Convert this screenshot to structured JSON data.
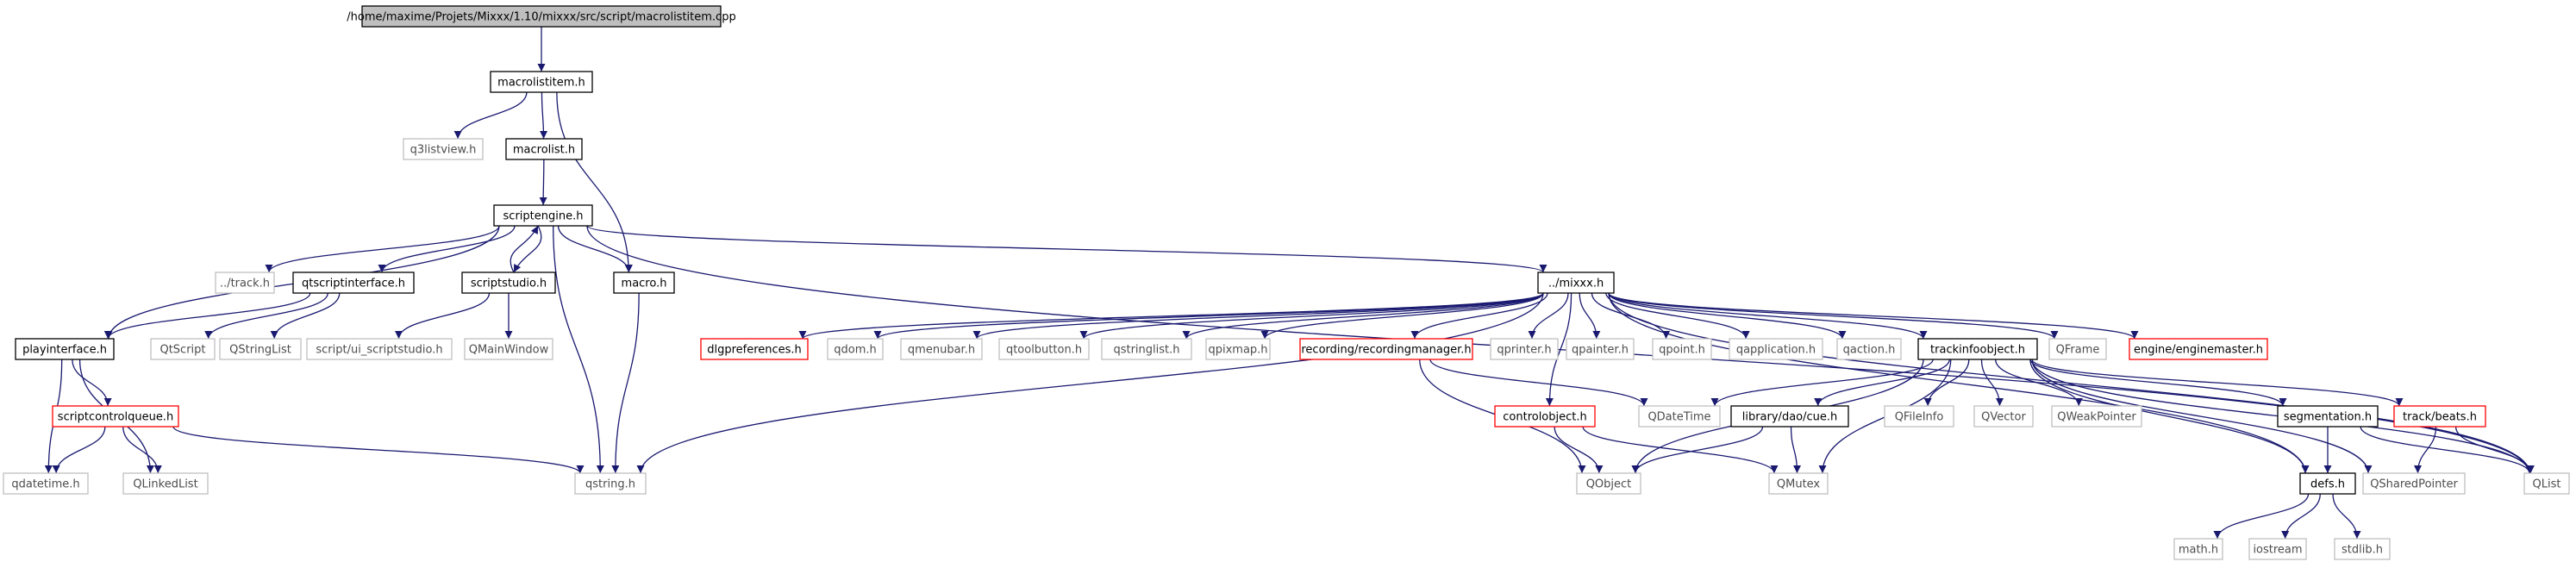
{
  "colors": {
    "edge": "#191970",
    "border_normal": "#000000",
    "border_truncated": "#ff0000",
    "border_external": "#bfbfbf",
    "root_fill": "#bfbfbf",
    "node_fill": "#ffffff",
    "text_normal": "#000000",
    "text_external": "#4d4d4d"
  },
  "nodes": {
    "root": {
      "label": "/home/maxime/Projets/Mixxx/1.10/mixxx/src/script/macrolistitem.cpp",
      "kind": "root"
    },
    "macrolistitem": {
      "label": "macrolistitem.h",
      "kind": "normal"
    },
    "q3listview": {
      "label": "q3listview.h",
      "kind": "external"
    },
    "macrolist": {
      "label": "macrolist.h",
      "kind": "normal"
    },
    "scriptengine": {
      "label": "scriptengine.h",
      "kind": "normal"
    },
    "track": {
      "label": "../track.h",
      "kind": "external"
    },
    "qtscriptinterface": {
      "label": "qtscriptinterface.h",
      "kind": "normal"
    },
    "scriptstudio": {
      "label": "scriptstudio.h",
      "kind": "normal"
    },
    "macro": {
      "label": "macro.h",
      "kind": "normal"
    },
    "mixxx": {
      "label": "../mixxx.h",
      "kind": "normal"
    },
    "playinterface": {
      "label": "playinterface.h",
      "kind": "normal"
    },
    "qtscript": {
      "label": "QtScript",
      "kind": "external"
    },
    "qstringlistc": {
      "label": "QStringList",
      "kind": "external"
    },
    "uiscriptstudio": {
      "label": "script/ui_scriptstudio.h",
      "kind": "external"
    },
    "qmainwindow": {
      "label": "QMainWindow",
      "kind": "external"
    },
    "scriptcontrolqueue": {
      "label": "scriptcontrolqueue.h",
      "kind": "truncated"
    },
    "qdatetimeh": {
      "label": "qdatetime.h",
      "kind": "external"
    },
    "qlinkedlist": {
      "label": "QLinkedList",
      "kind": "external"
    },
    "qstringh": {
      "label": "qstring.h",
      "kind": "external"
    },
    "dlgpreferences": {
      "label": "dlgpreferences.h",
      "kind": "truncated"
    },
    "qdom": {
      "label": "qdom.h",
      "kind": "external"
    },
    "qmenubar": {
      "label": "qmenubar.h",
      "kind": "external"
    },
    "qtoolbutton": {
      "label": "qtoolbutton.h",
      "kind": "external"
    },
    "qstringlisth": {
      "label": "qstringlist.h",
      "kind": "external"
    },
    "qpixmap": {
      "label": "qpixmap.h",
      "kind": "external"
    },
    "recordingmanager": {
      "label": "recording/recordingmanager.h",
      "kind": "truncated"
    },
    "qprinter": {
      "label": "qprinter.h",
      "kind": "external"
    },
    "qpainter": {
      "label": "qpainter.h",
      "kind": "external"
    },
    "qpoint": {
      "label": "qpoint.h",
      "kind": "external"
    },
    "qapplication": {
      "label": "qapplication.h",
      "kind": "external"
    },
    "qaction": {
      "label": "qaction.h",
      "kind": "external"
    },
    "trackinfoobject": {
      "label": "trackinfoobject.h",
      "kind": "normal"
    },
    "qframe": {
      "label": "QFrame",
      "kind": "external"
    },
    "enginemaster": {
      "label": "engine/enginemaster.h",
      "kind": "truncated"
    },
    "controlobject": {
      "label": "controlobject.h",
      "kind": "truncated"
    },
    "qdatetimec": {
      "label": "QDateTime",
      "kind": "external"
    },
    "cue": {
      "label": "library/dao/cue.h",
      "kind": "normal"
    },
    "qfileinfo": {
      "label": "QFileInfo",
      "kind": "external"
    },
    "qvector": {
      "label": "QVector",
      "kind": "external"
    },
    "qweakpointer": {
      "label": "QWeakPointer",
      "kind": "external"
    },
    "segmentation": {
      "label": "segmentation.h",
      "kind": "normal"
    },
    "beats": {
      "label": "track/beats.h",
      "kind": "truncated"
    },
    "qlist": {
      "label": "QList",
      "kind": "external"
    },
    "qobject": {
      "label": "QObject",
      "kind": "external"
    },
    "qmutex": {
      "label": "QMutex",
      "kind": "external"
    },
    "defs": {
      "label": "defs.h",
      "kind": "normal"
    },
    "qsharedpointer": {
      "label": "QSharedPointer",
      "kind": "external"
    },
    "math": {
      "label": "math.h",
      "kind": "external"
    },
    "iostream": {
      "label": "iostream",
      "kind": "external"
    },
    "stdlib": {
      "label": "stdlib.h",
      "kind": "external"
    }
  },
  "edges": [
    [
      "root",
      "macrolistitem"
    ],
    [
      "macrolistitem",
      "q3listview"
    ],
    [
      "macrolistitem",
      "macrolist"
    ],
    [
      "macrolistitem",
      "macro"
    ],
    [
      "macrolist",
      "scriptengine"
    ],
    [
      "scriptengine",
      "track"
    ],
    [
      "scriptengine",
      "qtscriptinterface"
    ],
    [
      "scriptengine",
      "scriptstudio"
    ],
    [
      "scriptengine",
      "macro"
    ],
    [
      "scriptengine",
      "mixxx"
    ],
    [
      "scriptengine",
      "playinterface"
    ],
    [
      "scriptengine",
      "qstringh"
    ],
    [
      "scriptengine",
      "qlist"
    ],
    [
      "scriptstudio",
      "scriptengine"
    ],
    [
      "scriptstudio",
      "uiscriptstudio"
    ],
    [
      "scriptstudio",
      "qmainwindow"
    ],
    [
      "qtscriptinterface",
      "playinterface"
    ],
    [
      "qtscriptinterface",
      "qtscript"
    ],
    [
      "qtscriptinterface",
      "qstringlistc"
    ],
    [
      "playinterface",
      "scriptcontrolqueue"
    ],
    [
      "playinterface",
      "qdatetimeh"
    ],
    [
      "playinterface",
      "qlinkedlist"
    ],
    [
      "scriptcontrolqueue",
      "qdatetimeh"
    ],
    [
      "scriptcontrolqueue",
      "qlinkedlist"
    ],
    [
      "scriptcontrolqueue",
      "qstringh"
    ],
    [
      "macro",
      "qstringh"
    ],
    [
      "mixxx",
      "qstringh"
    ],
    [
      "mixxx",
      "dlgpreferences"
    ],
    [
      "mixxx",
      "qdom"
    ],
    [
      "mixxx",
      "qmenubar"
    ],
    [
      "mixxx",
      "qtoolbutton"
    ],
    [
      "mixxx",
      "qstringlisth"
    ],
    [
      "mixxx",
      "qpixmap"
    ],
    [
      "mixxx",
      "recordingmanager"
    ],
    [
      "mixxx",
      "qprinter"
    ],
    [
      "mixxx",
      "qpainter"
    ],
    [
      "mixxx",
      "qpoint"
    ],
    [
      "mixxx",
      "qapplication"
    ],
    [
      "mixxx",
      "qaction"
    ],
    [
      "mixxx",
      "trackinfoobject"
    ],
    [
      "mixxx",
      "qframe"
    ],
    [
      "mixxx",
      "enginemaster"
    ],
    [
      "mixxx",
      "controlobject"
    ],
    [
      "mixxx",
      "defs"
    ],
    [
      "mixxx",
      "qlist"
    ],
    [
      "recordingmanager",
      "qdatetimec"
    ],
    [
      "recordingmanager",
      "qobject"
    ],
    [
      "controlobject",
      "qobject"
    ],
    [
      "controlobject",
      "qmutex"
    ],
    [
      "trackinfoobject",
      "qdatetimec"
    ],
    [
      "trackinfoobject",
      "cue"
    ],
    [
      "trackinfoobject",
      "qfileinfo"
    ],
    [
      "trackinfoobject",
      "qvector"
    ],
    [
      "trackinfoobject",
      "qweakpointer"
    ],
    [
      "trackinfoobject",
      "segmentation"
    ],
    [
      "trackinfoobject",
      "beats"
    ],
    [
      "trackinfoobject",
      "qobject"
    ],
    [
      "trackinfoobject",
      "qmutex"
    ],
    [
      "trackinfoobject",
      "defs"
    ],
    [
      "trackinfoobject",
      "qsharedpointer"
    ],
    [
      "trackinfoobject",
      "qlist"
    ],
    [
      "cue",
      "qobject"
    ],
    [
      "cue",
      "qmutex"
    ],
    [
      "segmentation",
      "defs"
    ],
    [
      "segmentation",
      "qlist"
    ],
    [
      "beats",
      "qsharedpointer"
    ],
    [
      "beats",
      "qlist"
    ],
    [
      "defs",
      "math"
    ],
    [
      "defs",
      "iostream"
    ],
    [
      "defs",
      "stdlib"
    ]
  ]
}
